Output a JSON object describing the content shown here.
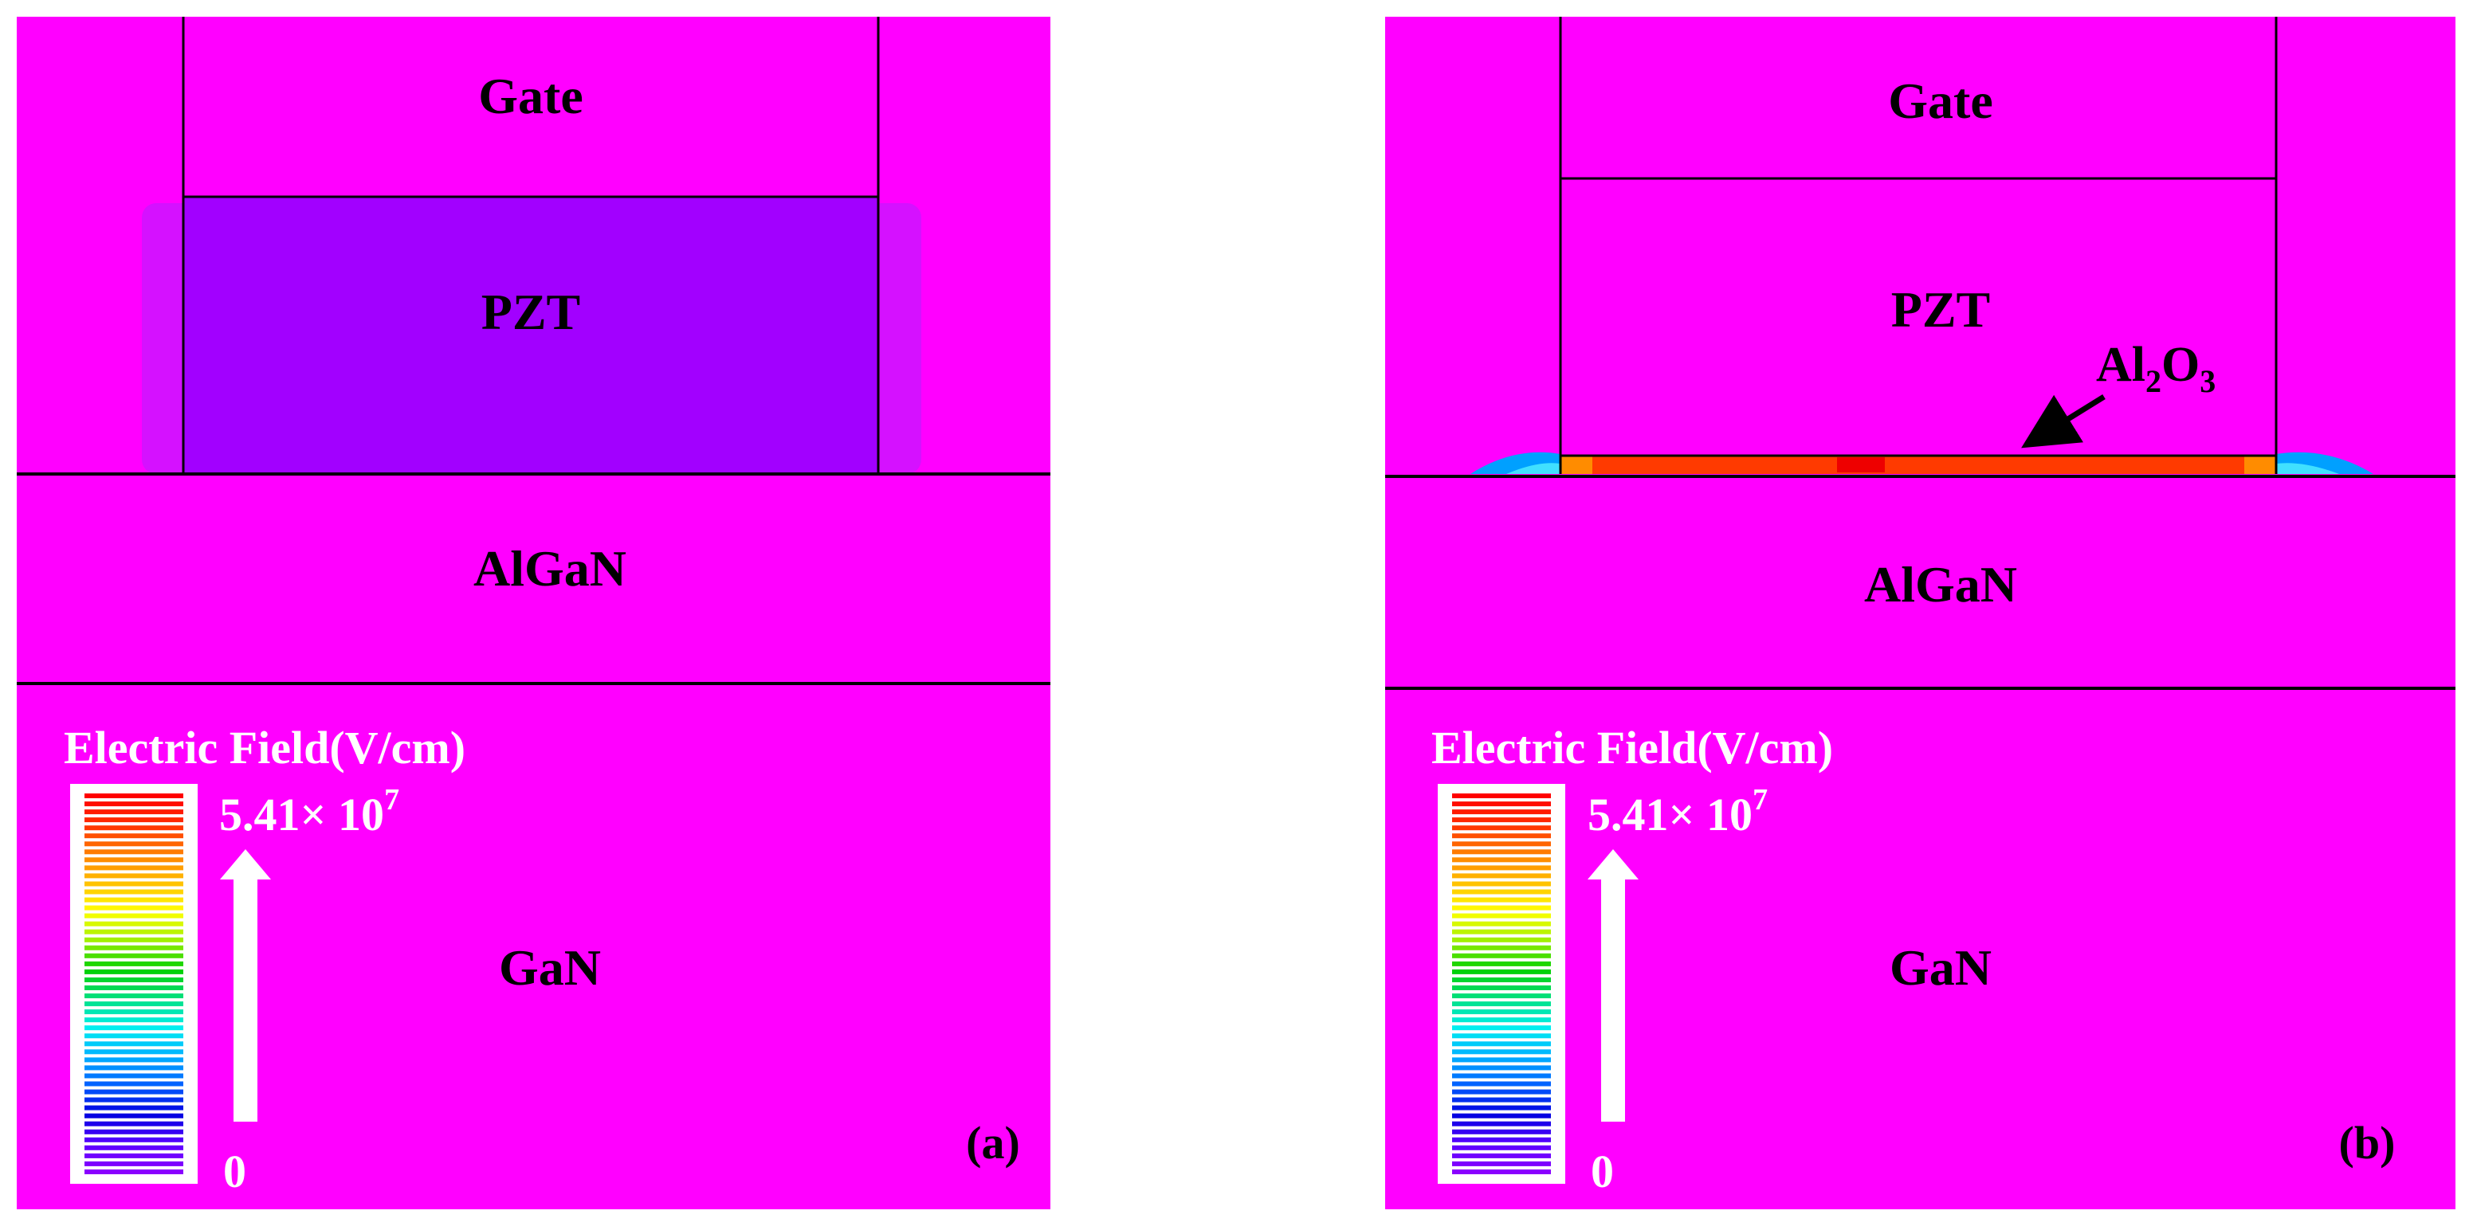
{
  "colors": {
    "background": "#ffffff",
    "device": "#ff00ff",
    "pzt_a": "#a200ff",
    "pzt_halo_a": "#b21fff",
    "outline": "#000000",
    "legend_text": "#ffffff",
    "label_text": "#000000",
    "oxide_main": "#ff3a00",
    "oxide_edge": "#ff8c00",
    "oxide_center": "#ee0000",
    "fringe_blue": "#00a0ff",
    "fringe_cyan": "#40e0ff"
  },
  "colorbar": {
    "stops": [
      "#8a00ff",
      "#5a00ff",
      "#0000e0",
      "#0060ff",
      "#00b0ff",
      "#00f0f0",
      "#00e080",
      "#00d000",
      "#a0f000",
      "#ffff00",
      "#ffc000",
      "#ff8000",
      "#ff3000",
      "#ff0000"
    ]
  },
  "panels": [
    {
      "label": "(a)",
      "regions": {
        "gate": "Gate",
        "pzt": "PZT",
        "algan": "AlGaN",
        "gan": "GaN"
      },
      "legend": {
        "title": "Electric Field(V/cm)",
        "max_mantissa": "5.41× 10",
        "max_exponent": "7",
        "min": "0"
      }
    },
    {
      "label": "(b)",
      "regions": {
        "gate": "Gate",
        "pzt": "PZT",
        "algan": "AlGaN",
        "gan": "GaN"
      },
      "oxide": {
        "base": "Al",
        "sub1": "2",
        "mid": "O",
        "sub2": "3"
      },
      "legend": {
        "title": "Electric Field(V/cm)",
        "max_mantissa": "5.41× 10",
        "max_exponent": "7",
        "min": "0"
      }
    }
  ]
}
